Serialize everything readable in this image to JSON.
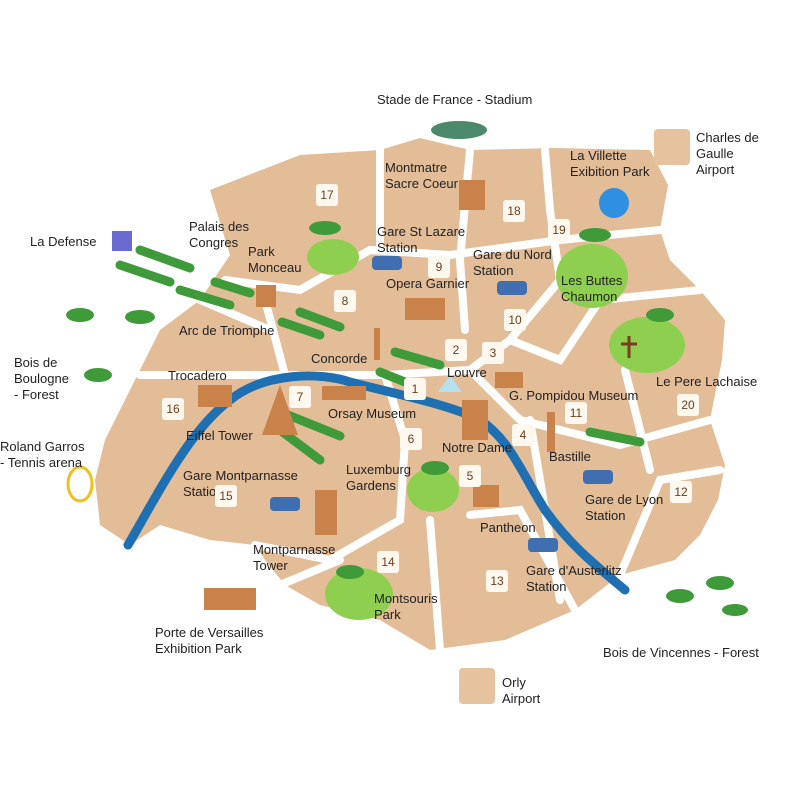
{
  "colors": {
    "district": "#e3bd97",
    "street": "#ffffff",
    "river": "#1f6fb3",
    "park": "#8ecf50",
    "tree_foliage": "#3f9a3a",
    "tree_trunk": "#6b3f1a",
    "building": "#c9824a",
    "number_bg": "#fff8ee",
    "number_text": "#6e3b1a",
    "airport_icon_bg": "#e7c29f"
  },
  "landmarks": {
    "stade_de_france": "Stade de France - Stadium",
    "charles_de_gaulle": "Charles de Gaulle\nAirport",
    "montmartre": "Montmatre\nSacre Coeur",
    "la_villette": "La Villette\nExibition Park",
    "la_defense": "La Defense",
    "palais_des_congres": "Palais des\nCongres",
    "park_monceau": "Park\nMonceau",
    "gare_st_lazare": "Gare St Lazare\nStation",
    "gare_du_nord": "Gare du Nord\nStation",
    "les_buttes_chaumon": "Les Buttes\nChaumon",
    "opera_garnier": "Opera Garnier",
    "arc_de_triomphe": "Arc de Triomphe",
    "bois_de_boulogne": "Bois de\nBoulogne\n- Forest",
    "concorde": "Concorde",
    "louvre": "Louvre",
    "le_pere_lachaise": "Le Pere Lachaise",
    "trocadero": "Trocadero",
    "orsay_museum": "Orsay Museum",
    "pompidou": "G. Pompidou Museum",
    "eiffel_tower": "Eiffel Tower",
    "notre_dame": "Notre Dame",
    "roland_garros": "Roland Garros\n- Tennis arena",
    "bastille": "Bastille",
    "luxemburg_gardens": "Luxemburg\nGardens",
    "gare_montparnasse": "Gare Montparnasse\nStation",
    "gare_de_lyon": "Gare de Lyon\nStation",
    "pantheon": "Pantheon",
    "montparnasse_tower": "Montparnasse\nTower",
    "gare_austerlitz": "Gare d'Austerlitz\nStation",
    "montsouris_park": "Montsouris\nPark",
    "porte_de_versailles": "Porte de Versailles\nExhibition Park",
    "bois_de_vincennes": "Bois de Vincennes - Forest",
    "orly": "Orly\nAirport"
  },
  "arrondissements": {
    "a1": "1",
    "a2": "2",
    "a3": "3",
    "a4": "4",
    "a5": "5",
    "a6": "6",
    "a7": "7",
    "a8": "8",
    "a9": "9",
    "a10": "10",
    "a11": "11",
    "a12": "12",
    "a13": "13",
    "a14": "14",
    "a15": "15",
    "a16": "16",
    "a17": "17",
    "a18": "18",
    "a19": "19",
    "a20": "20"
  }
}
